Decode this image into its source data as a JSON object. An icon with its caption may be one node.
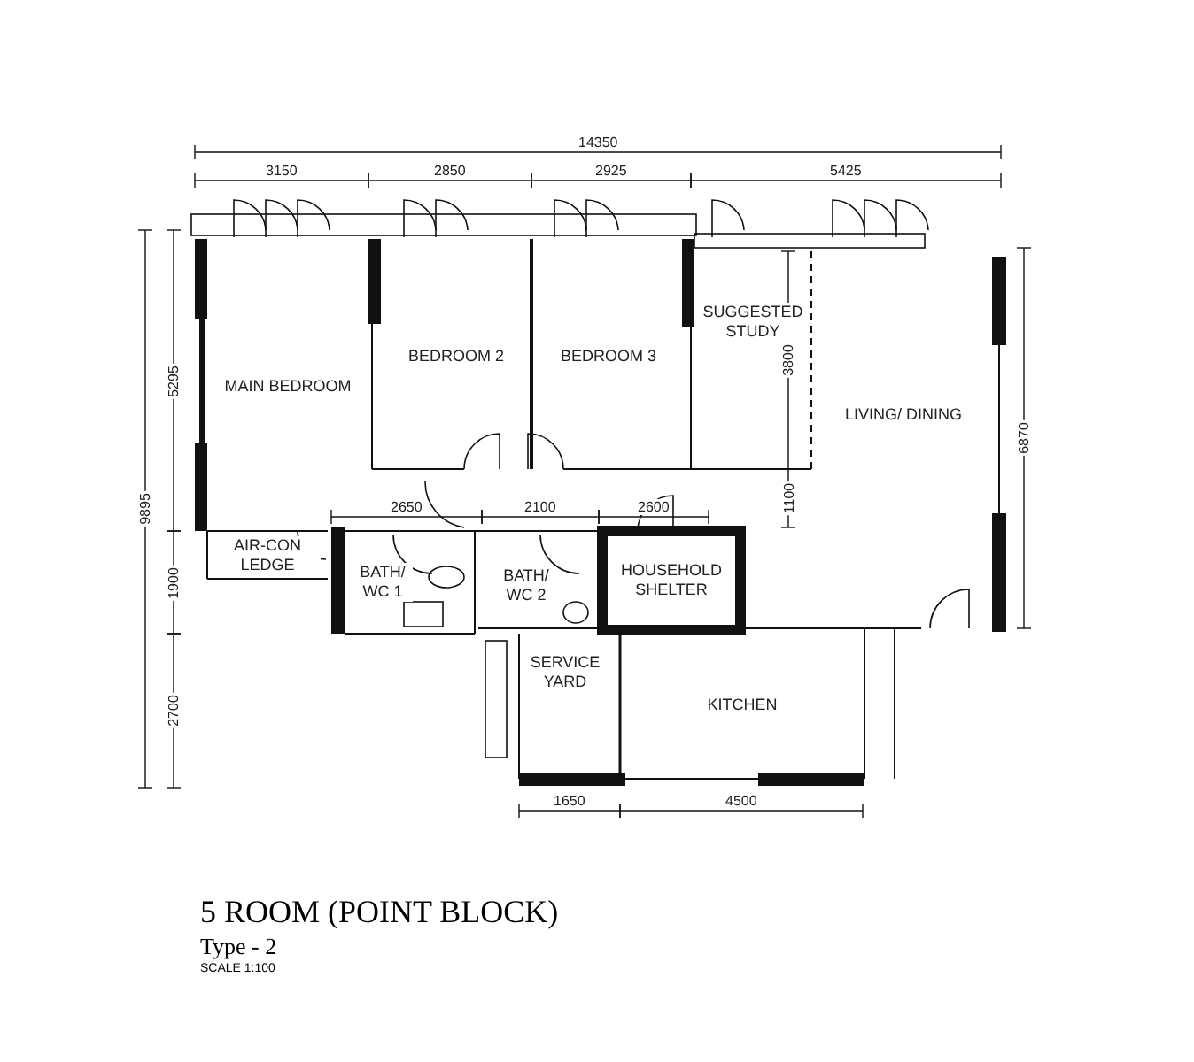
{
  "diagram": {
    "title": "5 ROOM (POINT BLOCK)",
    "nodes": [
      {
        "text": [
          "MAIN BEDROOM"
        ]
      },
      {
        "text": [
          "BEDROOM 2"
        ]
      },
      {
        "text": [
          "BEDROOM 3"
        ]
      },
      {
        "text": [
          "SUGGESTED STUDY"
        ]
      },
      {
        "text": [
          "LIVING/ DINING"
        ]
      },
      {
        "text": [
          "AIR-CON LEDGE"
        ]
      },
      {
        "text": [
          "BATH/ WC 1"
        ]
      },
      {
        "text": [
          "BATH/ WC 2"
        ]
      },
      {
        "text": [
          "HOUSEHOLD SHELTER"
        ]
      },
      {
        "text": [
          "SERVICE YARD"
        ]
      },
      {
        "text": [
          "KITCHEN"
        ]
      }
    ],
    "labels": [
      "14350",
      "3150",
      "2850",
      "2925",
      "5425",
      "5295",
      "3800",
      "6870",
      "9895",
      "2650",
      "2100",
      "2600",
      "1100",
      "1900",
      "2700",
      "1650",
      "4500",
      "Type - 2",
      "SCALE 1:100"
    ]
  }
}
